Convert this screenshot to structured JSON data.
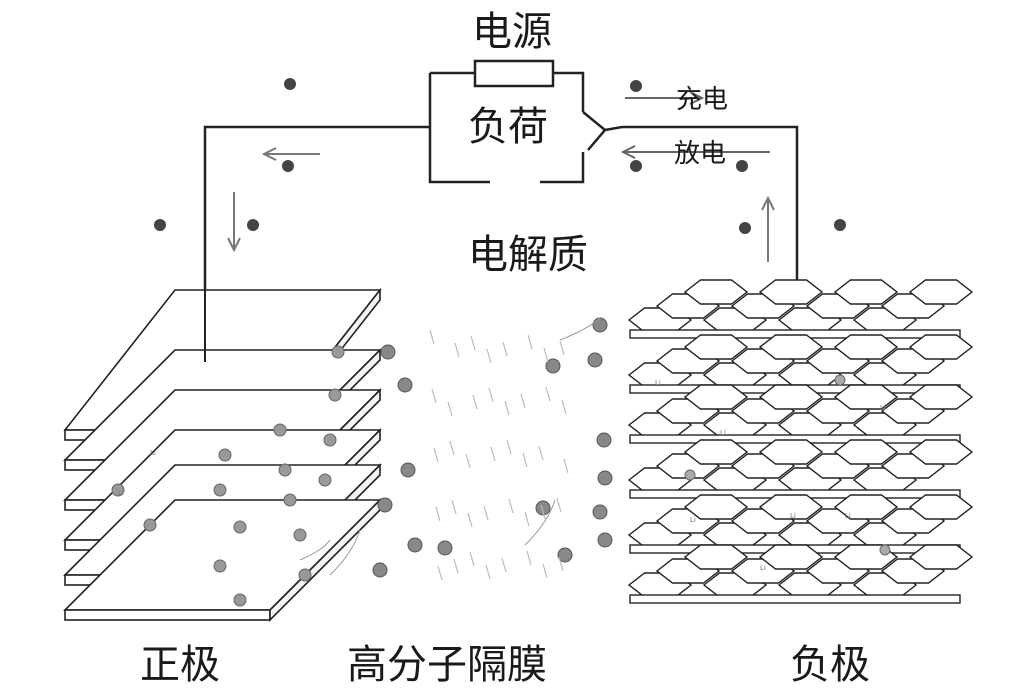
{
  "labels": {
    "power_source": "电源",
    "load": "负荷",
    "charge": "充电",
    "discharge": "放电",
    "electrolyte": "电解质",
    "positive_electrode": "正极",
    "separator": "高分子隔膜",
    "negative_electrode": "负极"
  },
  "ion_symbol": "Li",
  "colors": {
    "line": "#222222",
    "ion": "#555555",
    "arrow": "#777777"
  }
}
